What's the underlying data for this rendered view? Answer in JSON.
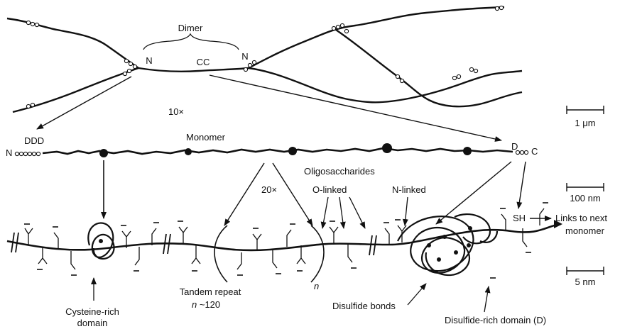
{
  "labels": {
    "dimer": "Dimer",
    "n_left": "N",
    "cc": "CC",
    "n_right": "N",
    "magnification_10x": "10×",
    "scale_1um": "1 μm",
    "ddd": "DDD",
    "monomer": "Monomer",
    "n_monomer": "N",
    "d_monomer": "D",
    "c_monomer": "C",
    "scale_100nm": "100 nm",
    "oligosaccharides": "Oligosaccharides",
    "magnification_20x": "20×",
    "o_linked": "O-linked",
    "n_linked": "N-linked",
    "sh": "SH",
    "links_line1": "Links to next",
    "links_line2": "monomer",
    "scale_5nm": "5 nm",
    "n_repeat": "n",
    "tandem_line1": "Tandem repeat",
    "tandem_n": "n",
    "tandem_count": " ~120",
    "cysteine_line1": "Cysteine-rich",
    "cysteine_line2": "domain",
    "disulfide_bonds": "Disulfide bonds",
    "disulfide_domain": "Disulfide-rich domain (D)"
  },
  "colors": {
    "ink": "#111111",
    "background": "#ffffff"
  }
}
